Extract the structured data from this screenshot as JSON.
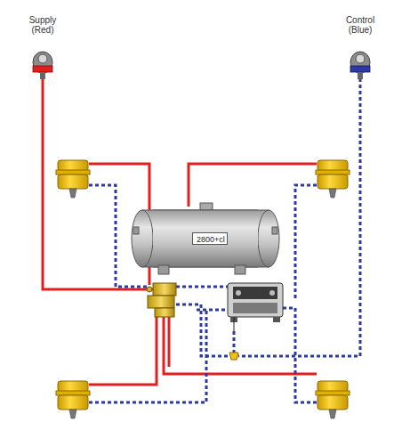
{
  "diagram": {
    "nodes": [
      {
        "text": [
          "2800+cl"
        ]
      }
    ],
    "labels": [
      "Supply (Red)",
      "Control (Blue)"
    ]
  }
}
